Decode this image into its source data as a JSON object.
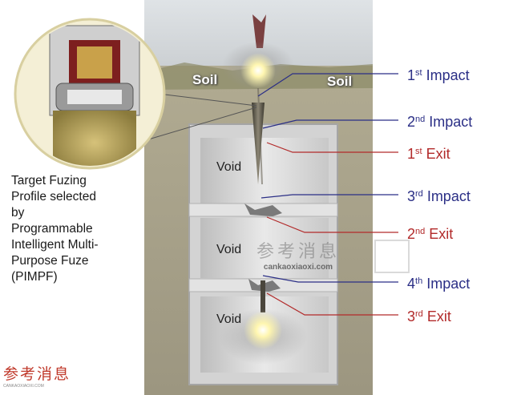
{
  "caption_lines": [
    "Target Fuzing",
    "Profile selected",
    "by",
    "Programmable",
    "Intelligent Multi-",
    "Purpose Fuze",
    "(PIMPF)"
  ],
  "soil_labels": [
    "Soil",
    "Soil"
  ],
  "void_labels": [
    "Void",
    "Void",
    "Void"
  ],
  "events": [
    {
      "num": "1",
      "sup": "st",
      "text": "Impact",
      "kind": "impact"
    },
    {
      "num": "2",
      "sup": "nd",
      "text": "Impact",
      "kind": "impact"
    },
    {
      "num": "1",
      "sup": "st",
      "text": "Exit",
      "kind": "exit"
    },
    {
      "num": "3",
      "sup": "rd",
      "text": "Impact",
      "kind": "impact"
    },
    {
      "num": "2",
      "sup": "nd",
      "text": "Exit",
      "kind": "exit"
    },
    {
      "num": "4",
      "sup": "th",
      "text": "Impact",
      "kind": "impact"
    },
    {
      "num": "3",
      "sup": "rd",
      "text": "Exit",
      "kind": "exit"
    }
  ],
  "watermark": {
    "chinese": "参考消息",
    "url": "cankaoxiaoxi.com"
  },
  "corner_logo": {
    "chinese": "参考消息",
    "url": "CANKAOXIAOXI.COM"
  },
  "colors": {
    "impact": "#2b2f86",
    "exit": "#b22a2a",
    "ground": "#a8a288",
    "concrete": "#d9d9d9"
  }
}
